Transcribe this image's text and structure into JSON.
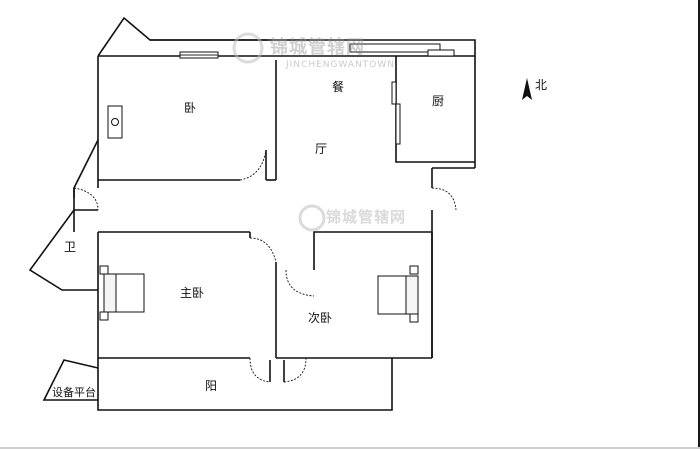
{
  "rooms": {
    "bedroom": "卧",
    "dining": "餐",
    "living": "厅",
    "kitchen": "厨",
    "bathroom": "卫",
    "master_bedroom": "主卧",
    "second_bedroom": "次卧",
    "balcony": "阳",
    "equipment_platform": "设备平台"
  },
  "compass": {
    "north": "北"
  },
  "watermark": {
    "brand": "锦城管辖网",
    "brand_en": "JINCHENGWANTOWN"
  }
}
